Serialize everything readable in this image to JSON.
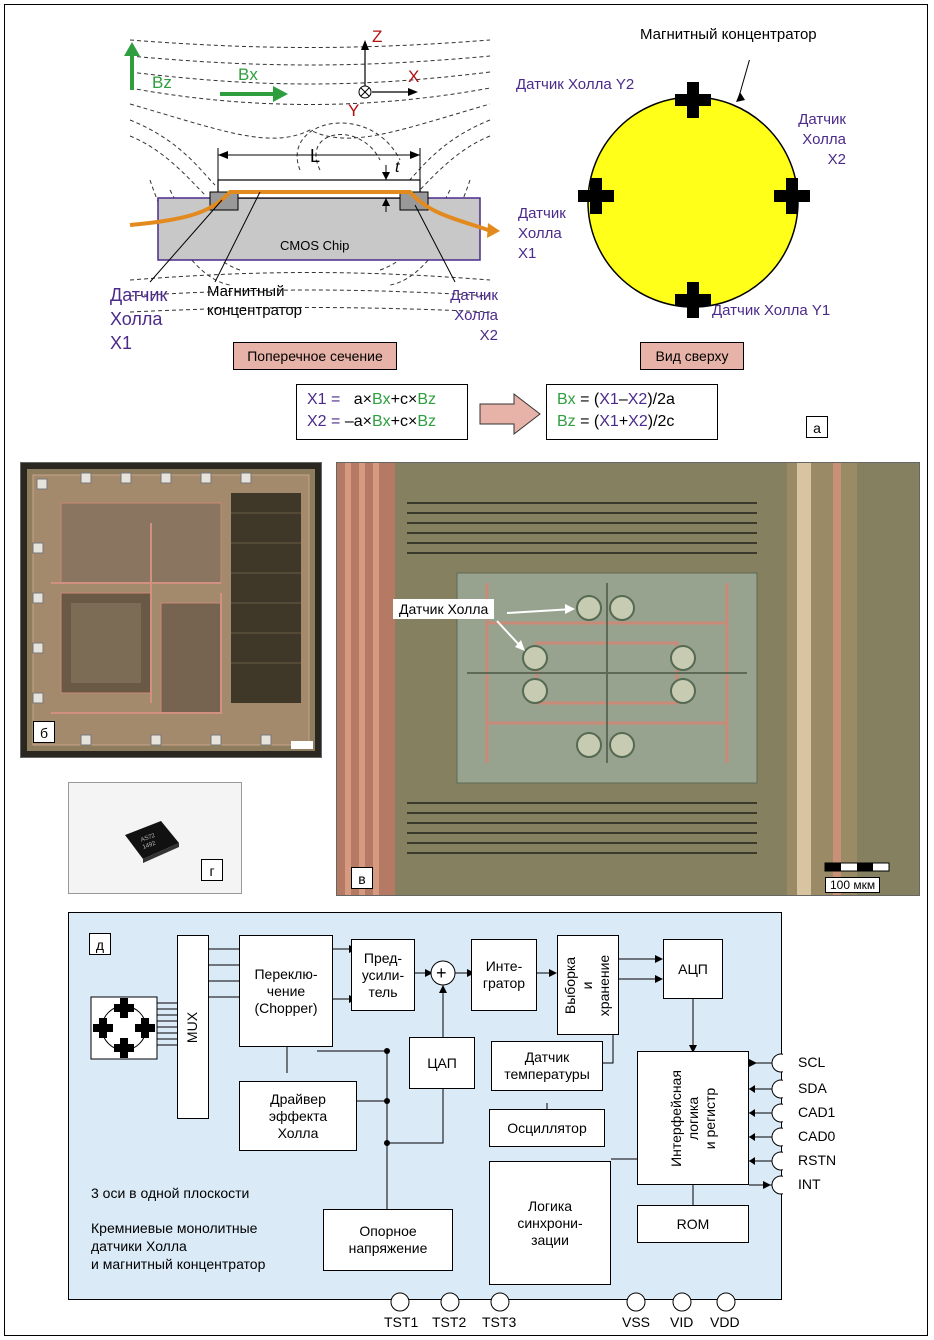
{
  "panel_a": {
    "axis_labels": {
      "bz": "Bz",
      "bx": "Bx",
      "z": "Z",
      "x": "X",
      "y": "Y"
    },
    "cross_section": {
      "length_label": "L",
      "thickness_label": "t",
      "chip_label": "CMOS Chip",
      "hall_x1": [
        "Датчик",
        "Холла",
        "X1"
      ],
      "concentrator": [
        "Магнитный",
        "концентратор"
      ],
      "hall_x2": [
        "Датчик",
        "Холла",
        "X2"
      ],
      "caption": "Поперечное сечение"
    },
    "top_view": {
      "concentrator_label": "Магнитный концентратор",
      "hall_y2": "Датчик Холла Y2",
      "hall_x2": [
        "Датчик",
        "Холла",
        "X2"
      ],
      "hall_x1": [
        "Датчик",
        "Холла",
        "X1"
      ],
      "hall_y1": "Датчик Холла Y1",
      "caption": "Вид сверху"
    },
    "equations_left": {
      "row1": {
        "lhs": "X1 =",
        "a": "a",
        "bx": "Bx",
        "c": "+c",
        "bz": "Bz"
      },
      "row2": {
        "lhs": "X2 =",
        "a": "–a",
        "bx": "Bx",
        "c": "+c",
        "bz": "Bz"
      }
    },
    "equations_right": {
      "row1": {
        "lhs": "Bx",
        "eq": "= (",
        "v1": "X1",
        "op": "–",
        "v2": "X2",
        "tail": ")/2a"
      },
      "row2": {
        "lhs": "Bz",
        "eq": "= (",
        "v1": "X1",
        "op": "+",
        "v2": "X2",
        "tail": ")/2c"
      }
    },
    "tag": "а"
  },
  "panel_b": {
    "tag": "б"
  },
  "panel_v": {
    "tag": "в",
    "hall_label": "Датчик Холла",
    "scale_label": "100 мкм"
  },
  "panel_g": {
    "tag": "г",
    "chip_marking": [
      "AS72",
      "1492"
    ]
  },
  "panel_d": {
    "tag": "д",
    "blocks": {
      "mux": "MUX",
      "chopper": "Переклю-\nчение\n(Chopper)",
      "preamp": "Пред-\nусили-\nтель",
      "integrator": "Инте-\nгратор",
      "sample_hold": "Выборка\nи хранение",
      "adc": "АЦП",
      "temp_sensor": "Датчик\nтемпературы",
      "dac": "ЦАП",
      "hall_driver": "Драйвер\nэффекта\nХолла",
      "oscillator": "Осциллятор",
      "interface": "Интерфейсная\nлогика\nи регистр",
      "timing_logic": "Логика\nсинхрони-\nзации",
      "rom": "ROM",
      "reference": "Опорное\nнапряжение",
      "adder": "+"
    },
    "notes": {
      "line1": "3 оси в одной плоскости",
      "line2": "Кремниевые монолитные",
      "line3": "датчики Холла",
      "line4": "и магнитный концентратор"
    },
    "right_pins": [
      "SCL",
      "SDA",
      "CAD1",
      "CAD0",
      "RSTN",
      "INT"
    ],
    "bottom_pins": [
      "TST1",
      "TST2",
      "TST3",
      "VSS",
      "VID",
      "VDD"
    ]
  },
  "colors": {
    "purple": "#4b2a8a",
    "green": "#2e9e3e",
    "red": "#b01010",
    "orange": "#e38a1e",
    "yellow": "#ffff1a",
    "pink": "#e7b3a8",
    "blue_panel": "#dbeaf7",
    "chip_gray": "#c8c8c8"
  }
}
